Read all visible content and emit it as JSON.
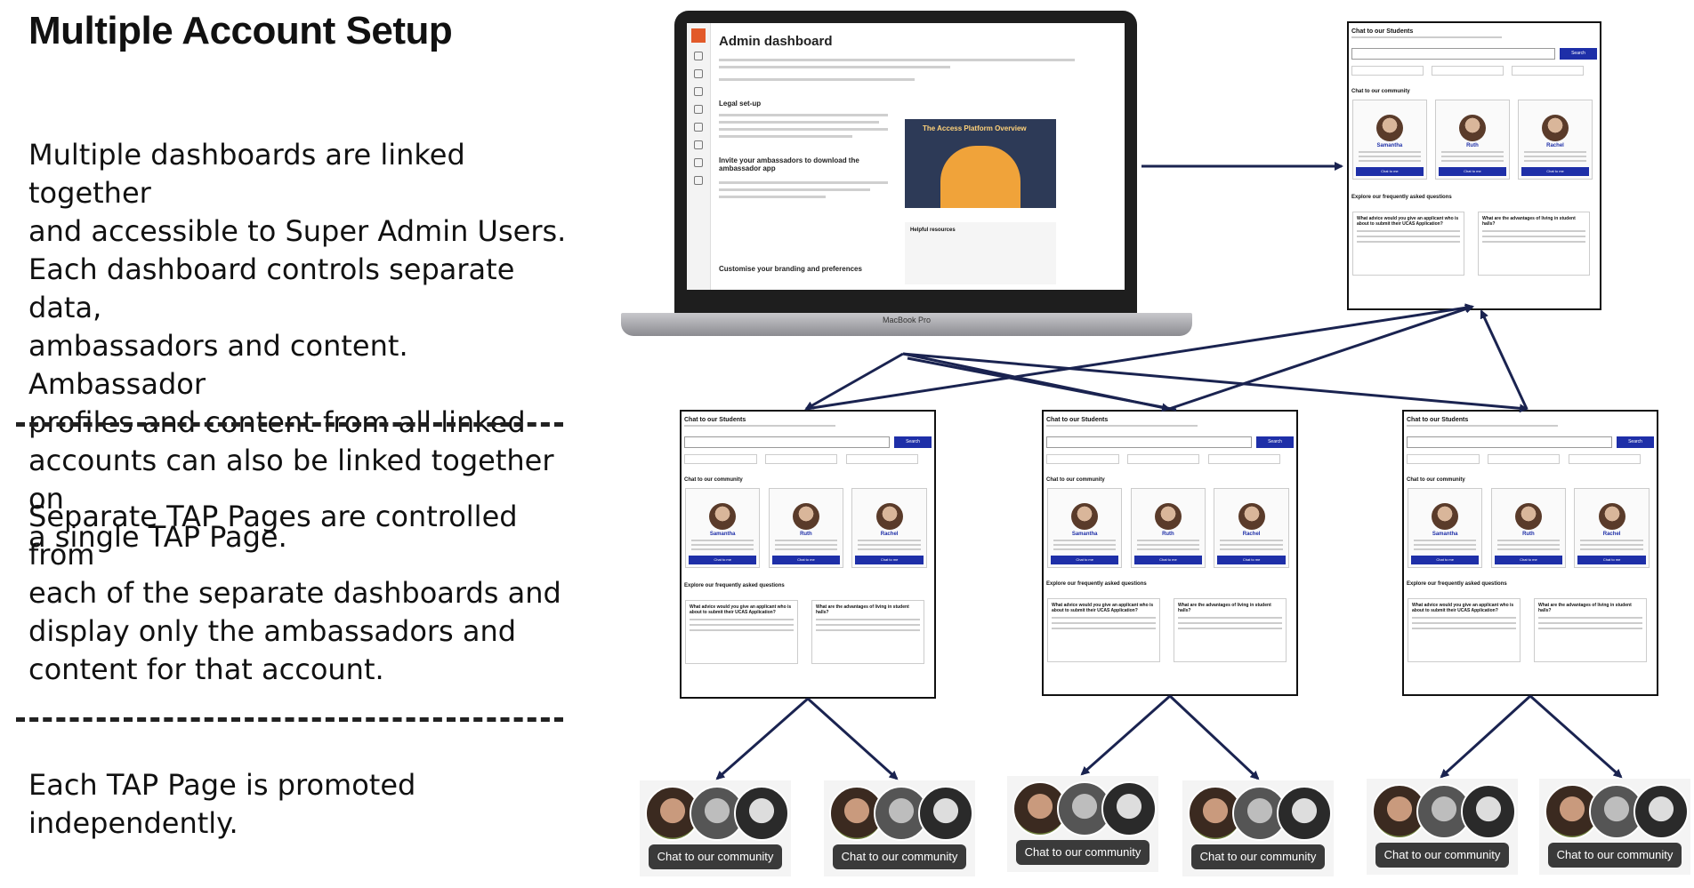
{
  "title": "Multiple Account Setup",
  "sections": [
    {
      "text": "Multiple dashboards are linked together\nand accessible to Super Admin Users.\nEach dashboard controls separate data,\nambassadors and content. Ambassador\nprofiles and content from all linked\naccounts can also be linked together on\na single TAP Page."
    },
    {
      "text": "Separate TAP Pages are controlled from\neach of the separate dashboards and\ndisplay only the ambassadors and\ncontent for that account."
    },
    {
      "text": "Each TAP Page is promoted\nindependently."
    }
  ],
  "dashboard": {
    "title": "Admin dashboard",
    "step1": "Legal set-up",
    "step2": "Invite your ambassadors to download the ambassador app",
    "step3": "Customise your branding and preferences",
    "video_title": "The Access Platform Overview",
    "helpful": "Helpful resources",
    "device": "MacBook Pro"
  },
  "tap_page": {
    "heading": "Chat to our Students",
    "search_btn": "Search",
    "community": "Chat to our community",
    "faq_heading": "Explore our frequently asked questions",
    "profiles": [
      {
        "name": "Samantha"
      },
      {
        "name": "Ruth"
      },
      {
        "name": "Rachel"
      }
    ],
    "chat_btn": "Chat to me",
    "faq": [
      "What advice would you give an applicant who is about to submit their UCAS Application?",
      "What are the advantages of living in student halls?"
    ]
  },
  "widgets": [
    {
      "label": "Chat to our community"
    },
    {
      "label": "Chat to our community"
    },
    {
      "label": "Chat to our community"
    },
    {
      "label": "Chat to our community"
    },
    {
      "label": "Chat to our community"
    },
    {
      "label": "Chat to our community"
    }
  ],
  "colors": {
    "arrow": "#1a2350",
    "brand": "#1e2fa8"
  }
}
